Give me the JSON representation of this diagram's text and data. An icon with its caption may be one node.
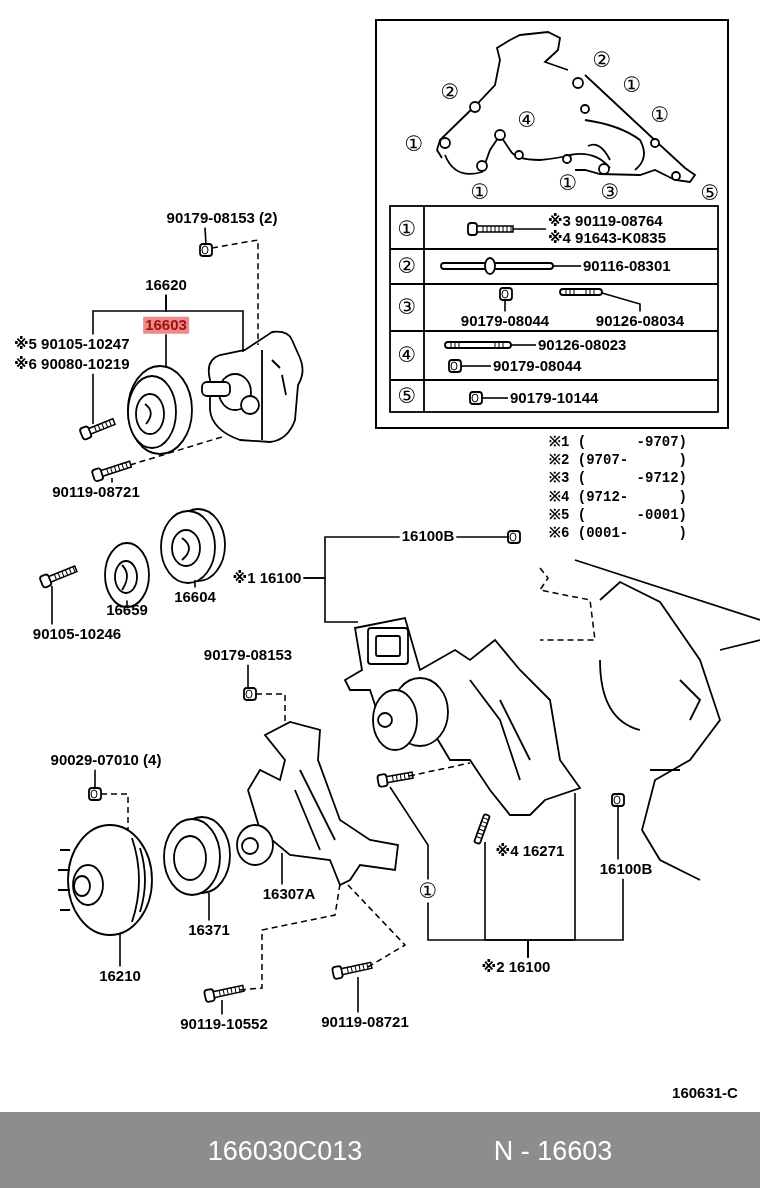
{
  "diagram": {
    "nodes": [
      {
        "text": [
          "90179-08153 (2)"
        ]
      },
      {
        "text": [
          "16620"
        ]
      },
      {
        "text": [
          "16603"
        ]
      },
      {
        "text": [
          "※5 90105-10247"
        ]
      },
      {
        "text": [
          "※6 90080-10219"
        ]
      },
      {
        "text": [
          "90119-08721"
        ]
      },
      {
        "text": [
          "16659"
        ]
      },
      {
        "text": [
          "16604"
        ]
      },
      {
        "text": [
          "90105-10246"
        ]
      },
      {
        "text": [
          "※1 16100"
        ]
      },
      {
        "text": [
          "16100B"
        ]
      },
      {
        "text": [
          "90179-08153"
        ]
      },
      {
        "text": [
          "90029-07010 (4)"
        ]
      },
      {
        "text": [
          "16307A"
        ]
      },
      {
        "text": [
          "16371"
        ]
      },
      {
        "text": [
          "16210"
        ]
      },
      {
        "text": [
          "90119-10552"
        ]
      },
      {
        "text": [
          "90119-08721"
        ]
      },
      {
        "text": [
          "①"
        ]
      },
      {
        "text": [
          "16100B"
        ]
      },
      {
        "text": [
          "※2 16100"
        ]
      },
      {
        "text": [
          "※3 90119-08764",
          "※4 91643-K0835"
        ]
      },
      {
        "text": [
          "90116-08301"
        ]
      },
      {
        "text": [
          "90179-08044"
        ]
      },
      {
        "text": [
          "90126-08034"
        ]
      },
      {
        "text": [
          "90126-08023"
        ]
      },
      {
        "text": [
          "90179-08044"
        ]
      },
      {
        "text": [
          "90179-10144"
        ]
      },
      {
        "text": [],
        "shape": "picture"
      },
      {
        "text": [],
        "shape": "picture"
      },
      {
        "text": [],
        "shape": "picture"
      },
      {
        "text": [],
        "shape": "picture"
      },
      {
        "text": [],
        "shape": "picture"
      },
      {
        "text": [],
        "shape": "picture"
      },
      {
        "text": [],
        "shape": "picture"
      },
      {
        "text": [],
        "shape": "picture"
      },
      {
        "text": [],
        "shape": "picture"
      },
      {
        "text": [],
        "shape": "picture"
      },
      {
        "text": [],
        "shape": "picture"
      },
      {
        "text": [],
        "shape": "picture"
      },
      {
        "text": [],
        "shape": "picture"
      },
      {
        "text": [],
        "shape": "picture"
      },
      {
        "text": [],
        "shape": "picture"
      },
      {
        "text": [],
        "shape": "picture"
      },
      {
        "text": [],
        "shape": "picture"
      },
      {
        "text": [],
        "shape": "picture"
      },
      {
        "text": [],
        "shape": "picture"
      },
      {
        "text": [],
        "shape": "picture"
      },
      {
        "text": [],
        "shape": "picture"
      },
      {
        "text": [],
        "shape": "picture"
      },
      {
        "text": [],
        "shape": "picture"
      },
      {
        "text": [],
        "shape": "picture"
      },
      {
        "text": [],
        "shape": "picture"
      },
      {
        "text": [],
        "shape": "picture"
      },
      {
        "text": [],
        "shape": "picture"
      }
    ],
    "edges": [
      {
        "from": 0,
        "to": 28,
        "arrow": "none"
      },
      {
        "from": 1,
        "to": 3,
        "arrow": "none"
      },
      {
        "from": 1,
        "to": 29,
        "arrow": "none"
      },
      {
        "from": 2,
        "to": 30,
        "arrow": "none"
      },
      {
        "from": 4,
        "to": 31,
        "arrow": "none"
      },
      {
        "from": 5,
        "to": 32,
        "arrow": "none"
      },
      {
        "from": 6,
        "to": 33,
        "arrow": "none"
      },
      {
        "from": 7,
        "to": 34,
        "arrow": "none"
      },
      {
        "from": 8,
        "to": 35,
        "arrow": "none"
      },
      {
        "from": 9,
        "to": 10,
        "arrow": "none"
      },
      {
        "from": 9,
        "to": 37,
        "arrow": "none"
      },
      {
        "from": 10,
        "to": 36,
        "arrow": "none"
      },
      {
        "from": 11,
        "to": 38,
        "arrow": "none"
      },
      {
        "from": 12,
        "to": 39,
        "arrow": "none"
      },
      {
        "from": 13,
        "to": 40,
        "arrow": "none"
      },
      {
        "from": 14,
        "to": 41,
        "arrow": "none"
      },
      {
        "from": 15,
        "to": 42,
        "arrow": "none"
      },
      {
        "from": 16,
        "to": 43,
        "arrow": "none"
      },
      {
        "from": 17,
        "to": 44,
        "arrow": "none"
      },
      {
        "from": 18,
        "to": 45,
        "arrow": "none"
      },
      {
        "from": 19,
        "to": 47,
        "arrow": "none"
      },
      {
        "from": 20,
        "to": 18,
        "arrow": "none"
      },
      {
        "from": 20,
        "to": 46,
        "arrow": "none"
      },
      {
        "from": 20,
        "to": 37,
        "arrow": "none"
      },
      {
        "from": 20,
        "to": 19,
        "arrow": "none"
      },
      {
        "from": 21,
        "to": 48,
        "arrow": "none"
      },
      {
        "from": 22,
        "to": 49,
        "arrow": "none"
      },
      {
        "from": 23,
        "to": 50,
        "arrow": "none"
      },
      {
        "from": 24,
        "to": 51,
        "arrow": "none"
      },
      {
        "from": 25,
        "to": 52,
        "arrow": "none"
      },
      {
        "from": 26,
        "to": 53,
        "arrow": "none"
      },
      {
        "from": 27,
        "to": 54,
        "arrow": "none"
      },
      {
        "from": 28,
        "to": 29,
        "arrow": "none",
        "style": "dashed"
      },
      {
        "from": 32,
        "to": 29,
        "arrow": "none",
        "style": "dashed"
      },
      {
        "from": 45,
        "to": 37,
        "arrow": "none",
        "style": "dashed"
      },
      {
        "from": 38,
        "to": 40,
        "arrow": "none",
        "style": "dashed"
      },
      {
        "from": 39,
        "to": 42,
        "arrow": "none",
        "style": "dashed"
      },
      {
        "from": 43,
        "to": 40,
        "arrow": "none",
        "style": "dashed"
      },
      {
        "from": 44,
        "to": 40,
        "arrow": "none",
        "style": "dashed"
      }
    ],
    "labels": [
      "②",
      "②",
      "①",
      "④",
      "①",
      "①",
      "①",
      "①",
      "③",
      "⑤",
      "①",
      "②",
      "③",
      "④",
      "⑤",
      "※1 (      -9707)",
      "※2 (9707-      )",
      "※3 (      -9712)",
      "※4 (9712-      )",
      "※5 (      -0001)",
      "※6 (0001-      )",
      "※4 16271",
      "160631-C",
      "166030C013",
      "N - 16603"
    ]
  }
}
